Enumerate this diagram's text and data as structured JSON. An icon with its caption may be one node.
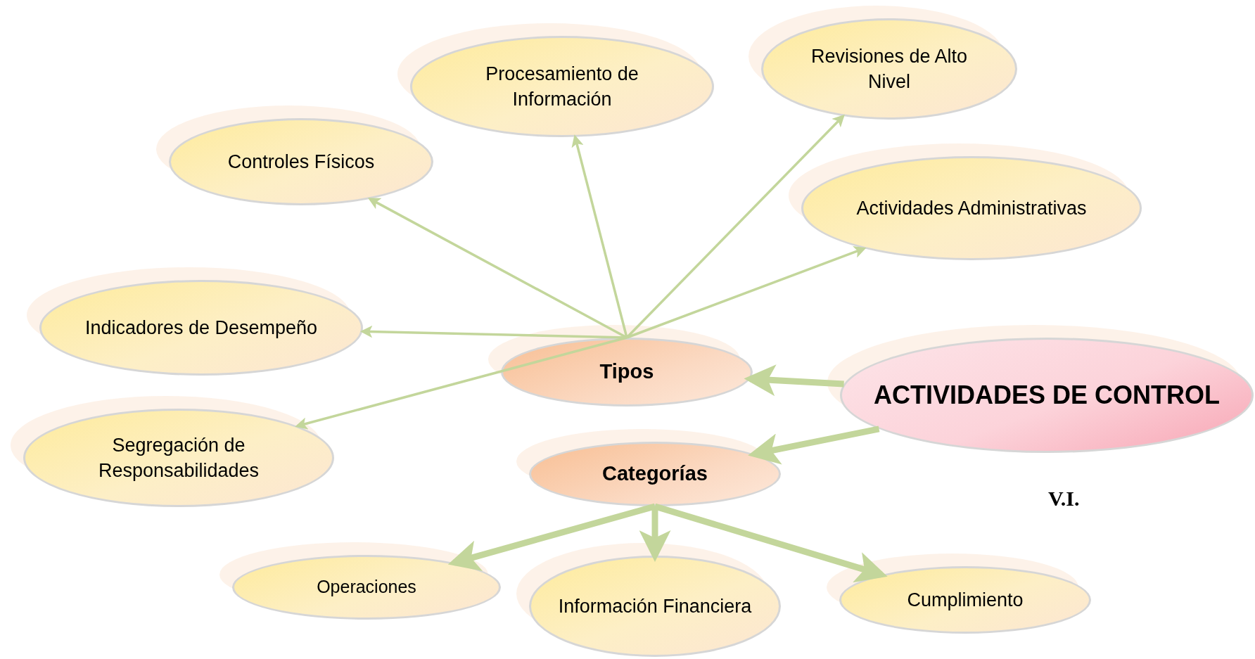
{
  "diagram": {
    "nodes": [
      {
        "text": [
          "ACTIVIDADES DE CONTROL"
        ]
      },
      {
        "text": [
          "Tipos"
        ]
      },
      {
        "text": [
          "Categorías"
        ]
      },
      {
        "text": [
          "Controles Físicos"
        ]
      },
      {
        "text": [
          "Procesamiento de Información"
        ]
      },
      {
        "text": [
          "Revisiones de Alto Nivel"
        ]
      },
      {
        "text": [
          "Actividades Administrativas"
        ]
      },
      {
        "text": [
          "Indicadores de Desempeño"
        ]
      },
      {
        "text": [
          "Segregación de Responsabilidades"
        ]
      },
      {
        "text": [
          "Operaciones"
        ]
      },
      {
        "text": [
          "Información Financiera"
        ]
      },
      {
        "text": [
          "Cumplimiento"
        ]
      }
    ],
    "edges": [
      {
        "from": 0,
        "to": 1,
        "arrow": "to",
        "style": "thick"
      },
      {
        "from": 0,
        "to": 2,
        "arrow": "to",
        "style": "thick"
      },
      {
        "from": 1,
        "to": 3,
        "arrow": "to"
      },
      {
        "from": 1,
        "to": 4,
        "arrow": "to"
      },
      {
        "from": 1,
        "to": 5,
        "arrow": "to"
      },
      {
        "from": 1,
        "to": 6,
        "arrow": "to"
      },
      {
        "from": 1,
        "to": 7,
        "arrow": "to"
      },
      {
        "from": 1,
        "to": 8,
        "arrow": "to"
      },
      {
        "from": 2,
        "to": 9,
        "arrow": "to",
        "style": "thick"
      },
      {
        "from": 2,
        "to": 10,
        "arrow": "to",
        "style": "thick"
      },
      {
        "from": 2,
        "to": 11,
        "arrow": "to",
        "style": "thick"
      }
    ],
    "labels": [
      "V.I."
    ]
  }
}
